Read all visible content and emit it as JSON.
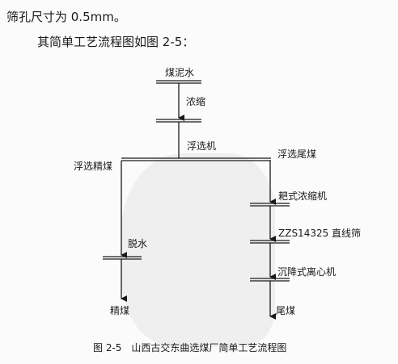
{
  "intro": {
    "line1": "筛孔尺寸为 0.5mm。",
    "line2": "其简单工艺流程图如图 2-5："
  },
  "diagram": {
    "feed": "煤泥水",
    "thicken": "浓缩",
    "flotation": "浮选机",
    "concentrate": "浮选精煤",
    "tailings": "浮选尾煤",
    "rake_thickener": "耙式浓缩机",
    "screen": "ZZS14325 直线筛",
    "centrifuge": "沉降式离心机",
    "dewater": "脱水",
    "clean_coal": "精煤",
    "tail_coal": "尾煤"
  },
  "caption": "图 2-5　山西古交东曲选煤厂简单工艺流程图"
}
